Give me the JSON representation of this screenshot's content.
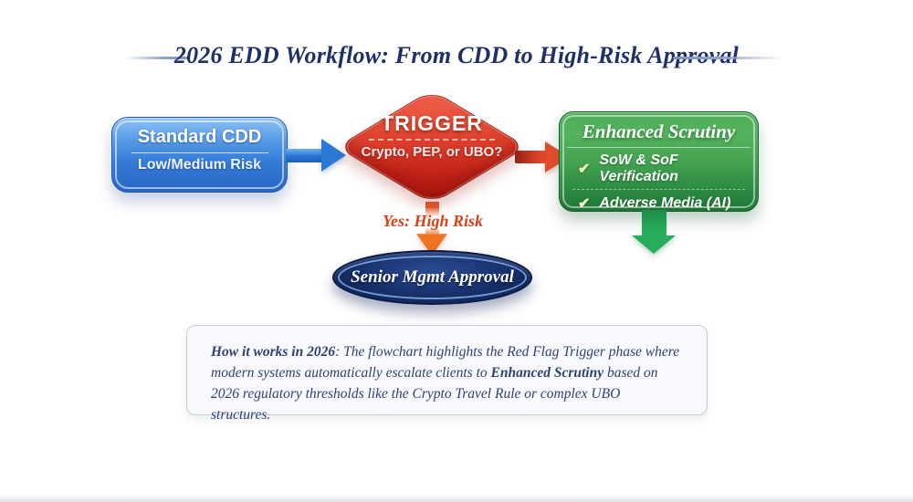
{
  "meta": {
    "title_text": "2026 EDD Workflow: From CDD to High-Risk Approval"
  },
  "colors": {
    "title_navy": "#1d3069",
    "node_blue": "#3379d6",
    "node_red": "#c42318",
    "node_green": "#2f8d44",
    "node_navy_ellipse": "#1b3573",
    "arrow_blue": "#2b7ad8",
    "arrow_red_orange": "#e94b2c",
    "arrow_orange": "#ee7525",
    "arrow_green": "#27ab5d",
    "yes_label_red": "#d8401a",
    "note_text_navy": "#2e4173",
    "check_cream": "#eef6c0"
  },
  "flow": {
    "standard_cdd": {
      "title": "Standard CDD",
      "subtitle": "Low/Medium Risk"
    },
    "trigger": {
      "title": "TRIGGER",
      "question": "Crypto, PEP, or UBO?"
    },
    "yes_label": "Yes: High Risk",
    "enhanced_scrutiny": {
      "title": "Enhanced Scrutiny",
      "check_icon": "✔",
      "items": [
        {
          "label": "SoW & SoF Verification"
        },
        {
          "label": "Adverse Media (AI)"
        }
      ]
    },
    "approval": {
      "title": "Senior Mgmt Approval"
    }
  },
  "note": {
    "segments": [
      {
        "text": "How it works in 2026",
        "bold": true
      },
      {
        "text": ": The flowchart highlights the Red Flag Trigger phase where modern systems automatically escalate clients to ",
        "bold": false
      },
      {
        "text": "Enhanced Scrutiny",
        "bold": true
      },
      {
        "text": " based on 2026 regulatory thresholds like the Crypto Travel Rule or complex UBO structures.",
        "bold": false
      }
    ]
  }
}
